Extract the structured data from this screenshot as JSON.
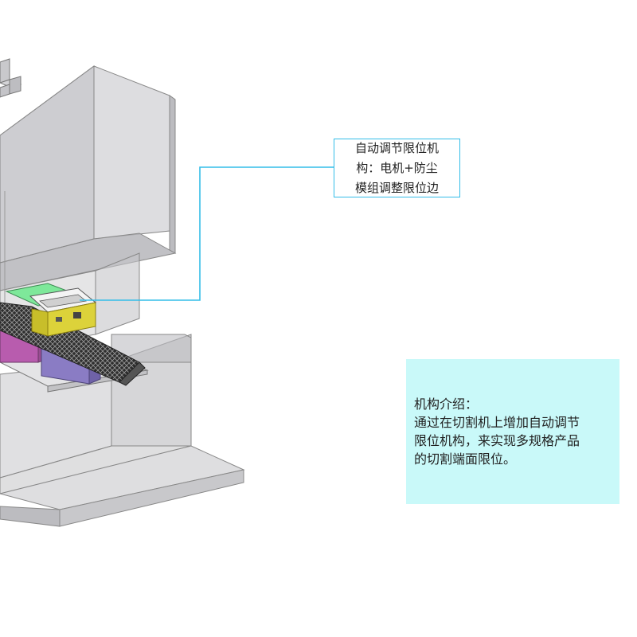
{
  "callout": {
    "lines": [
      "自动调节限位机",
      "构：电机+防尘",
      "模组调整限位边"
    ]
  },
  "intro": {
    "heading": "机构介绍：",
    "lines": [
      "通过在切割机上增加自动调节",
      "限位机构，来实现多规格产品",
      "的切割端面限位。"
    ]
  },
  "colors": {
    "callout_border": "#33bde8",
    "intro_background": "#c9f9f9",
    "housing": "#b9b9bd",
    "module_green": "#7ee89a",
    "module_yellow": "#dcd23a",
    "block_magenta": "#b85cae",
    "block_purple": "#8a7cc4",
    "belt_mesh": "#3c3c3c"
  }
}
